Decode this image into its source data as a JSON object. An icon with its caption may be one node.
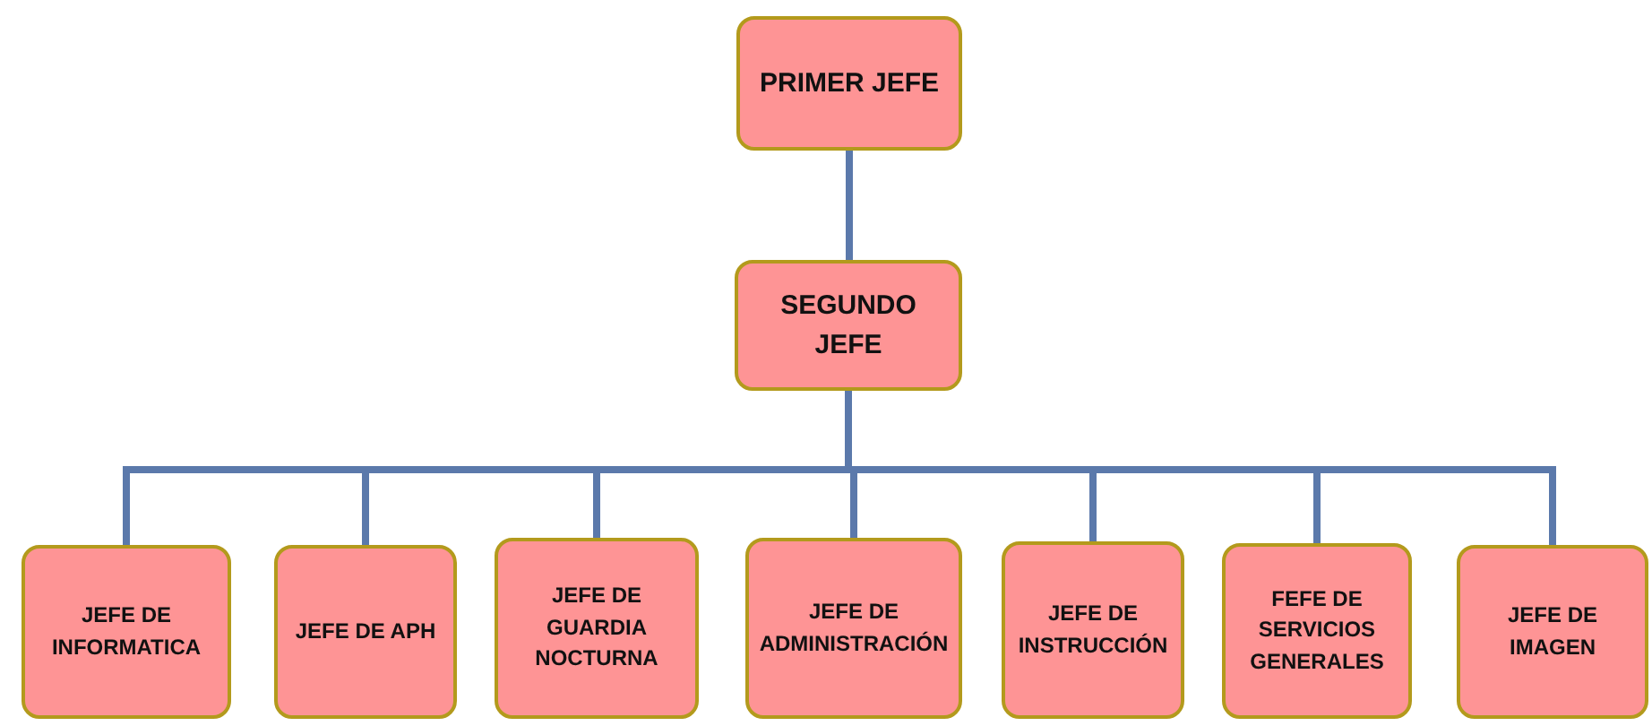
{
  "diagram": {
    "nodes": [
      {
        "text": [
          "PRIMER JEFE"
        ]
      },
      {
        "text": [
          "SEGUNDO JEFE"
        ]
      },
      {
        "text": [
          "JEFE DE INFORMATICA"
        ]
      },
      {
        "text": [
          "JEFE DE APH"
        ]
      },
      {
        "text": [
          "JEFE DE GUARDIA NOCTURNA"
        ]
      },
      {
        "text": [
          "JEFE DE ADMINISTRACIÓN"
        ]
      },
      {
        "text": [
          "JEFE DE INSTRUCCIÓN"
        ]
      },
      {
        "text": [
          "FEFE DE SERVICIOS GENERALES"
        ]
      },
      {
        "text": [
          "JEFE DE IMAGEN"
        ]
      }
    ],
    "edges": [
      {
        "from": 0,
        "to": 1,
        "arrow": "none"
      },
      {
        "from": 1,
        "to": 2,
        "arrow": "none"
      },
      {
        "from": 1,
        "to": 3,
        "arrow": "none"
      },
      {
        "from": 1,
        "to": 4,
        "arrow": "none"
      },
      {
        "from": 1,
        "to": 5,
        "arrow": "none"
      },
      {
        "from": 1,
        "to": 6,
        "arrow": "none"
      },
      {
        "from": 1,
        "to": 7,
        "arrow": "none"
      },
      {
        "from": 1,
        "to": 8,
        "arrow": "none"
      }
    ]
  }
}
